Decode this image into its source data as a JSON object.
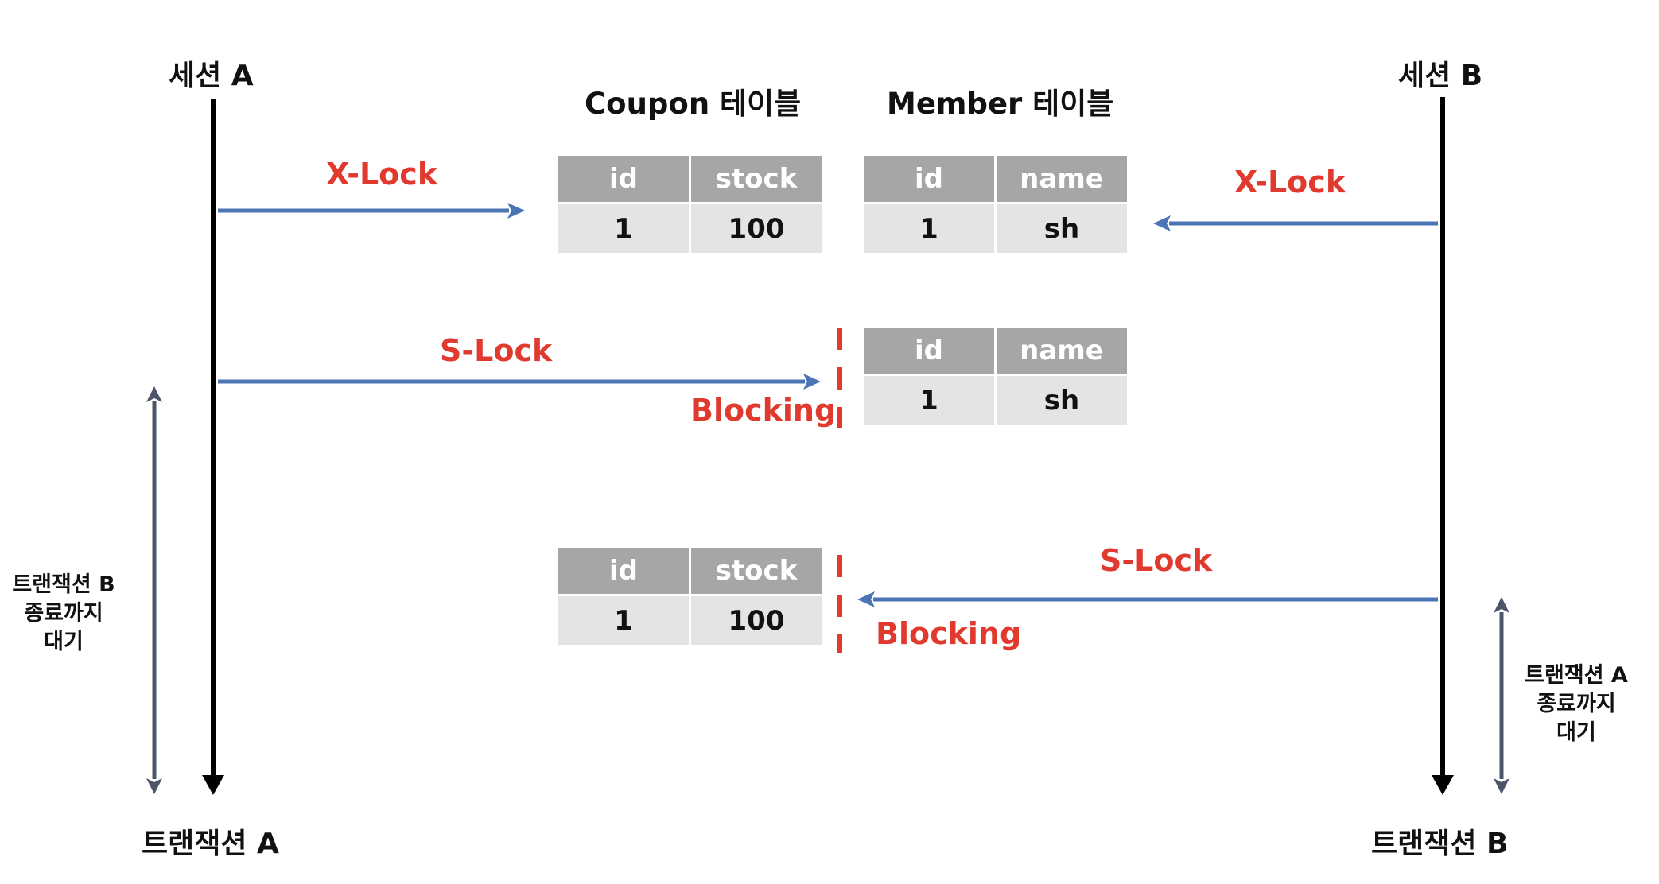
{
  "sessions": {
    "a": {
      "title": "세션 A",
      "footer": "트랜잭션 A"
    },
    "b": {
      "title": "세션 B",
      "footer": "트랜잭션 B"
    }
  },
  "tables": {
    "coupon_title": "Coupon 테이블",
    "member_title": "Member 테이블",
    "coupon_top": {
      "headers": [
        "id",
        "stock"
      ],
      "row": [
        "1",
        "100"
      ]
    },
    "member_top": {
      "headers": [
        "id",
        "name"
      ],
      "row": [
        "1",
        "sh"
      ]
    },
    "member_mid": {
      "headers": [
        "id",
        "name"
      ],
      "row": [
        "1",
        "sh"
      ]
    },
    "coupon_bottom": {
      "headers": [
        "id",
        "stock"
      ],
      "row": [
        "1",
        "100"
      ]
    }
  },
  "locks": {
    "a_xlock": "X-Lock",
    "b_xlock": "X-Lock",
    "a_slock": "S-Lock",
    "b_slock": "S-Lock",
    "blocking_a": "Blocking",
    "blocking_b": "Blocking"
  },
  "waits": {
    "left": {
      "line1": "트랜잭션 B",
      "line2": "종료까지",
      "line3": "대기"
    },
    "right": {
      "line1": "트랜잭션 A",
      "line2": "종료까지",
      "line3": "대기"
    }
  },
  "colors": {
    "arrow_blue": "#4a74b4",
    "lock_red": "#e03a2e",
    "header_gray": "#a6a6a6",
    "cell_gray": "#e4e4e4",
    "wait_arrow": "#4b5468"
  }
}
